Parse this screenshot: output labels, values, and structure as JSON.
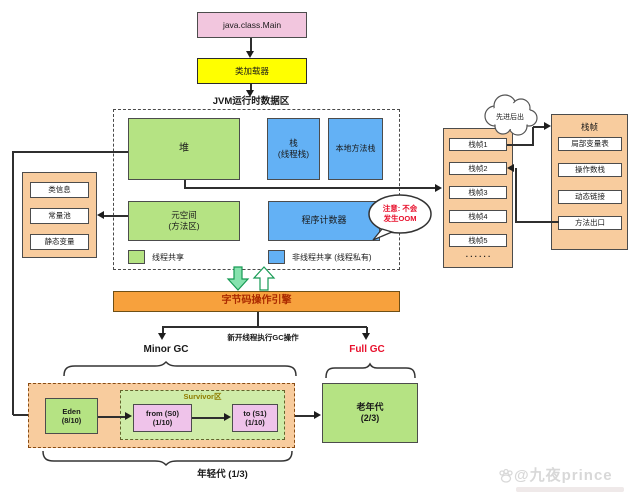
{
  "flow": {
    "main_class": "java.class.Main",
    "class_loader": "类加载器",
    "runtime_area_title": "JVM运行时数据区"
  },
  "runtime": {
    "heap": "堆",
    "stack_line1": "栈",
    "stack_line2": "(线程栈)",
    "native_stack": "本地方法栈",
    "metaspace_line1": "元空间",
    "metaspace_line2": "(方法区)",
    "pc_register": "程序计数器",
    "legend_shared": "线程共享",
    "legend_private": "非线程共享 (线程私有)",
    "oom_note_line1": "注意: 不会",
    "oom_note_line2": "发生OOM"
  },
  "metaspace_detail": {
    "items": [
      "类信息",
      "常量池",
      "静态变量"
    ]
  },
  "thread_stack": {
    "filo_note": "先进后出",
    "frames": [
      "栈帧1",
      "栈帧2",
      "栈帧3",
      "栈帧4",
      "栈帧5"
    ],
    "more": ". . . . . ."
  },
  "frame_detail": {
    "title": "栈帧",
    "items": [
      "局部变量表",
      "操作数栈",
      "动态链接",
      "方法出口"
    ]
  },
  "engine": {
    "label": "字节码操作引擎",
    "gc_note": "新开线程执行GC操作",
    "minor_gc": "Minor GC",
    "full_gc": "Full GC"
  },
  "heap_detail": {
    "eden_line1": "Eden",
    "eden_line2": "(8/10)",
    "survivor_label": "Survivor区",
    "from_line1": "from (S0)",
    "from_line2": "(1/10)",
    "to_line1": "to (S1)",
    "to_line2": "(1/10)",
    "old_line1": "老年代",
    "old_line2": "(2/3)",
    "young_label": "年轻代 (1/3)"
  },
  "watermark": {
    "text": "@九夜prince"
  },
  "colors": {
    "thread_shared_green": "#b5e383",
    "thread_private_blue": "#63b1f5",
    "container_orange": "#f8cc9e",
    "engine_orange": "#f7a13d",
    "loader_yellow": "#ffff00",
    "main_pink": "#f2c6de",
    "survivor_pink": "#efc3ea",
    "full_gc_red": "#e8112d"
  }
}
